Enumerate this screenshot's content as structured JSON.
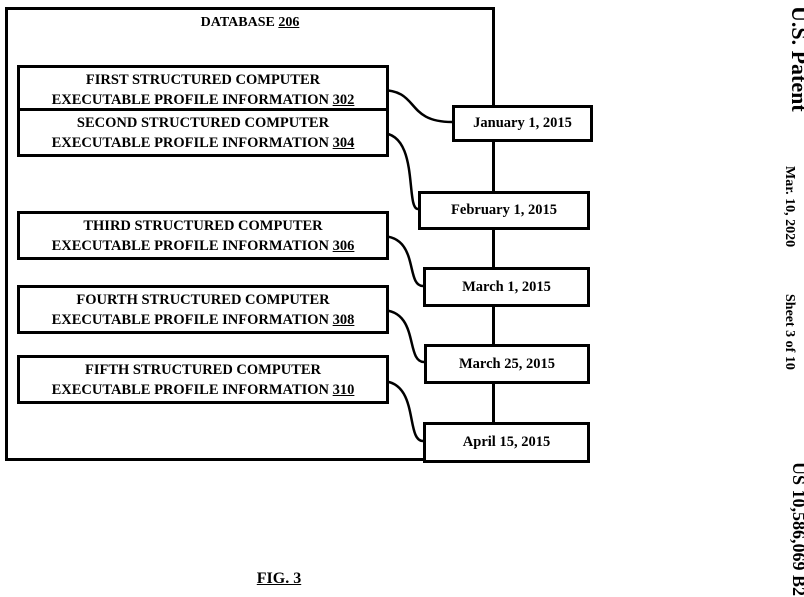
{
  "database": {
    "label": "DATABASE",
    "ref": "206"
  },
  "profiles": [
    {
      "line1": "FIRST  STRUCTURED COMPUTER",
      "line2": "EXECUTABLE PROFILE INFORMATION",
      "ref": "302"
    },
    {
      "line1": "SECOND STRUCTURED COMPUTER",
      "line2": "EXECUTABLE PROFILE INFORMATION",
      "ref": "304"
    },
    {
      "line1": "THIRD STRUCTURED COMPUTER",
      "line2": "EXECUTABLE PROFILE INFORMATION",
      "ref": "306"
    },
    {
      "line1": "FOURTH STRUCTURED COMPUTER",
      "line2": "EXECUTABLE PROFILE INFORMATION",
      "ref": "308"
    },
    {
      "line1": "FIFTH STRUCTURED COMPUTER",
      "line2": "EXECUTABLE PROFILE INFORMATION",
      "ref": "310"
    }
  ],
  "dates": [
    "January 1, 2015",
    "February 1, 2015",
    "March 1, 2015",
    "March 25, 2015",
    "April 15, 2015"
  ],
  "figure_label": "FIG. 3",
  "header": {
    "patent": "U.S. Patent",
    "date": "Mar. 10, 2020",
    "sheet": "Sheet 3 of 10",
    "number": "US 10,586,069 B2"
  }
}
